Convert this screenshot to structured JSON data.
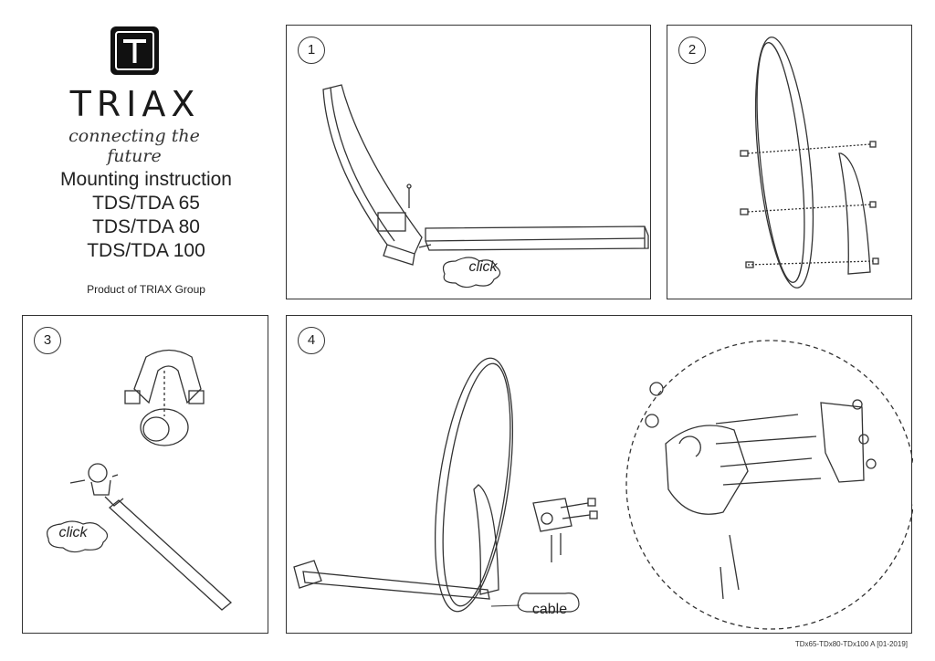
{
  "brand": {
    "logo_letter": "T",
    "name": "TRIAX",
    "tagline": "connecting the future"
  },
  "title": {
    "heading": "Mounting instruction",
    "models": [
      "TDS/TDA 65",
      "TDS/TDA 80",
      "TDS/TDA 100"
    ]
  },
  "product_note": "Product of TRIAX Group",
  "steps": [
    {
      "number": "1",
      "callout": "click"
    },
    {
      "number": "2"
    },
    {
      "number": "3",
      "callout": "click"
    },
    {
      "number": "4",
      "callout": "cable"
    }
  ],
  "footer": "TDx65-TDx80-TDx100 A [01-2019]"
}
